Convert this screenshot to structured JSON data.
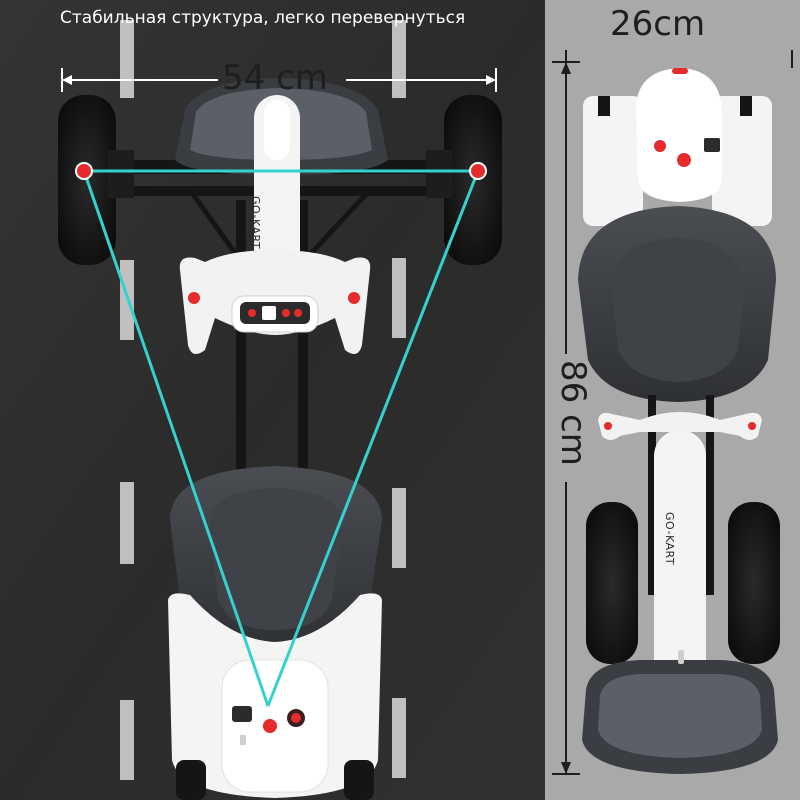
{
  "caption": "Стабильная структура, легко перевернуться",
  "dimensions": {
    "width_main": "54 cm",
    "width_side": "26cm",
    "length_side": "86 cm"
  },
  "logo": {
    "main": "GO-KART",
    "side": "GO-KART"
  },
  "colors": {
    "road": "#2f2f2f",
    "panel": "#a9a9a9",
    "kart_white": "#f2f2f2",
    "seat": "#3b3e42",
    "tire": "#151515",
    "accent_red": "#e52b2b",
    "measure_line": "#34d1d1"
  }
}
